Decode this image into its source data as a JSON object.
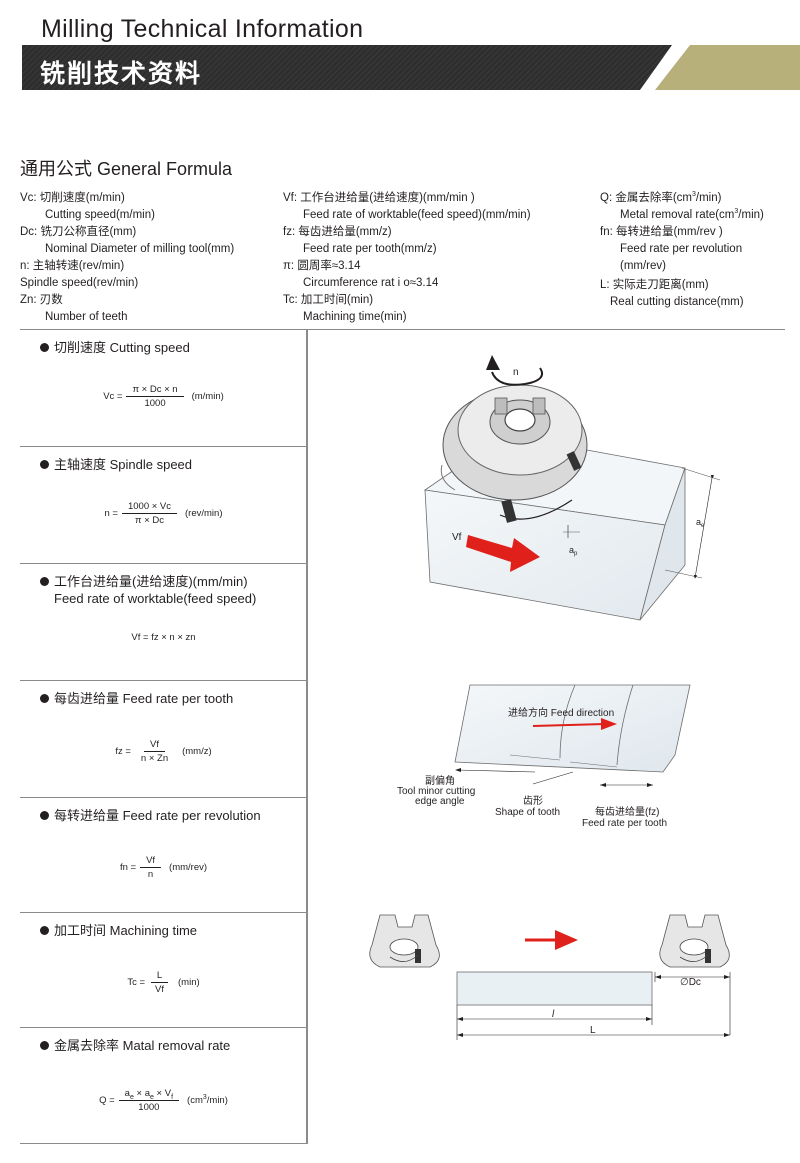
{
  "header": {
    "title_en": "Milling Technical Information",
    "title_cn": "铣削技术资料"
  },
  "section_title": "通用公式 General Formula",
  "defs": {
    "col1": [
      {
        "cn": "Vc: 切削速度(m/min)",
        "en": "Cutting speed(m/min)"
      },
      {
        "cn": "Dc: 铣刀公称直径(mm)",
        "en": "Nominal Diameter of milling tool(mm)"
      },
      {
        "cn": "n: 主轴转速(rev/min)",
        "en": "Spindle speed(rev/min)"
      },
      {
        "cn": "Zn: 刃数",
        "en": "Number of teeth"
      }
    ],
    "col2": [
      {
        "cn": "Vf: 工作台进给量(进给速度)(mm/min )",
        "en": "Feed rate of worktable(feed speed)(mm/min)"
      },
      {
        "cn": "fz: 每齿进给量(mm/z)",
        "en": "Feed rate per tooth(mm/z)"
      },
      {
        "cn": "π: 圆周率≈3.14",
        "en": "Circumference rat i o≈3.14"
      },
      {
        "cn": "Tc: 加工时间(min)",
        "en": "Machining time(min)"
      }
    ],
    "col3": {
      "q_cn_a": "Q: 金属去除率(cm",
      "q_cn_sup": "3",
      "q_cn_b": "/min)",
      "q_en_a": "Metal removal rate(cm",
      "q_en_sup": "3",
      "q_en_b": "/min)",
      "fn_cn": "fn: 每转进给量(mm/rev )",
      "fn_en1": "Feed rate per revolution",
      "fn_en2": "(mm/rev)",
      "l_cn": "L: 实际走刀距离(mm)",
      "l_en": "Real cutting distance(mm)"
    }
  },
  "formulas": {
    "cutting_speed": {
      "title": "切削速度 Cutting speed",
      "lhs": "Vc =",
      "num": "π × Dc × n",
      "den": "1000",
      "unit": "(m/min)"
    },
    "spindle_speed": {
      "title": "主轴速度 Spindle speed",
      "lhs": "n =",
      "num": "1000 × Vc",
      "den": "π × Dc",
      "unit": "(rev/min)"
    },
    "feed_table": {
      "title": "工作台进给量(进给速度)(mm/min)",
      "title2": "Feed rate of worktable(feed speed)",
      "expr": "Vf = fz × n × zn"
    },
    "feed_tooth": {
      "title": "每齿进给量 Feed rate per tooth",
      "lhs": "fz =",
      "num": "Vf",
      "den": "n × Zn",
      "unit": "(mm/z)"
    },
    "feed_rev": {
      "title": "每转进给量 Feed rate per revolution",
      "lhs": "fn =",
      "num": "Vf",
      "den": "n",
      "unit": "(mm/rev)"
    },
    "mach_time": {
      "title": "加工时间 Machining time",
      "lhs": "Tc =",
      "num": "L",
      "den": "Vf",
      "unit": "(min)"
    },
    "removal": {
      "title": "金属去除率 Matal removal rate",
      "lhs": "Q =",
      "num_a1": "a",
      "num_s1": "e",
      "num_x1": " × a",
      "num_s2": "e",
      "num_x2": " × V",
      "num_s3": "f",
      "den": "1000",
      "unit_a": "(cm",
      "unit_sup": "3",
      "unit_b": "/min)"
    }
  },
  "diagram1": {
    "rot": "n",
    "feed": "Vf",
    "ae": "a",
    "ae_sub": "e",
    "ap": "a",
    "ap_sub": "p"
  },
  "diagram2": {
    "feed_dir": "进给方向 Feed direction",
    "minor_cn": "副偏角",
    "minor_en1": "Tool minor cutting",
    "minor_en2": "edge angle",
    "tooth_cn": "齿形",
    "tooth_en": "Shape of tooth",
    "fz_cn": "每齿进给量(fz)",
    "fz_en": "Feed rate per tooth"
  },
  "diagram3": {
    "dc": "∅Dc",
    "l_small": "l",
    "l_big": "L"
  },
  "colors": {
    "banner_dark": "#2b2b2b",
    "banner_gold": "#b8b07a",
    "feed_arrow": "#e0201b",
    "block_fill": "#edf2f5"
  }
}
